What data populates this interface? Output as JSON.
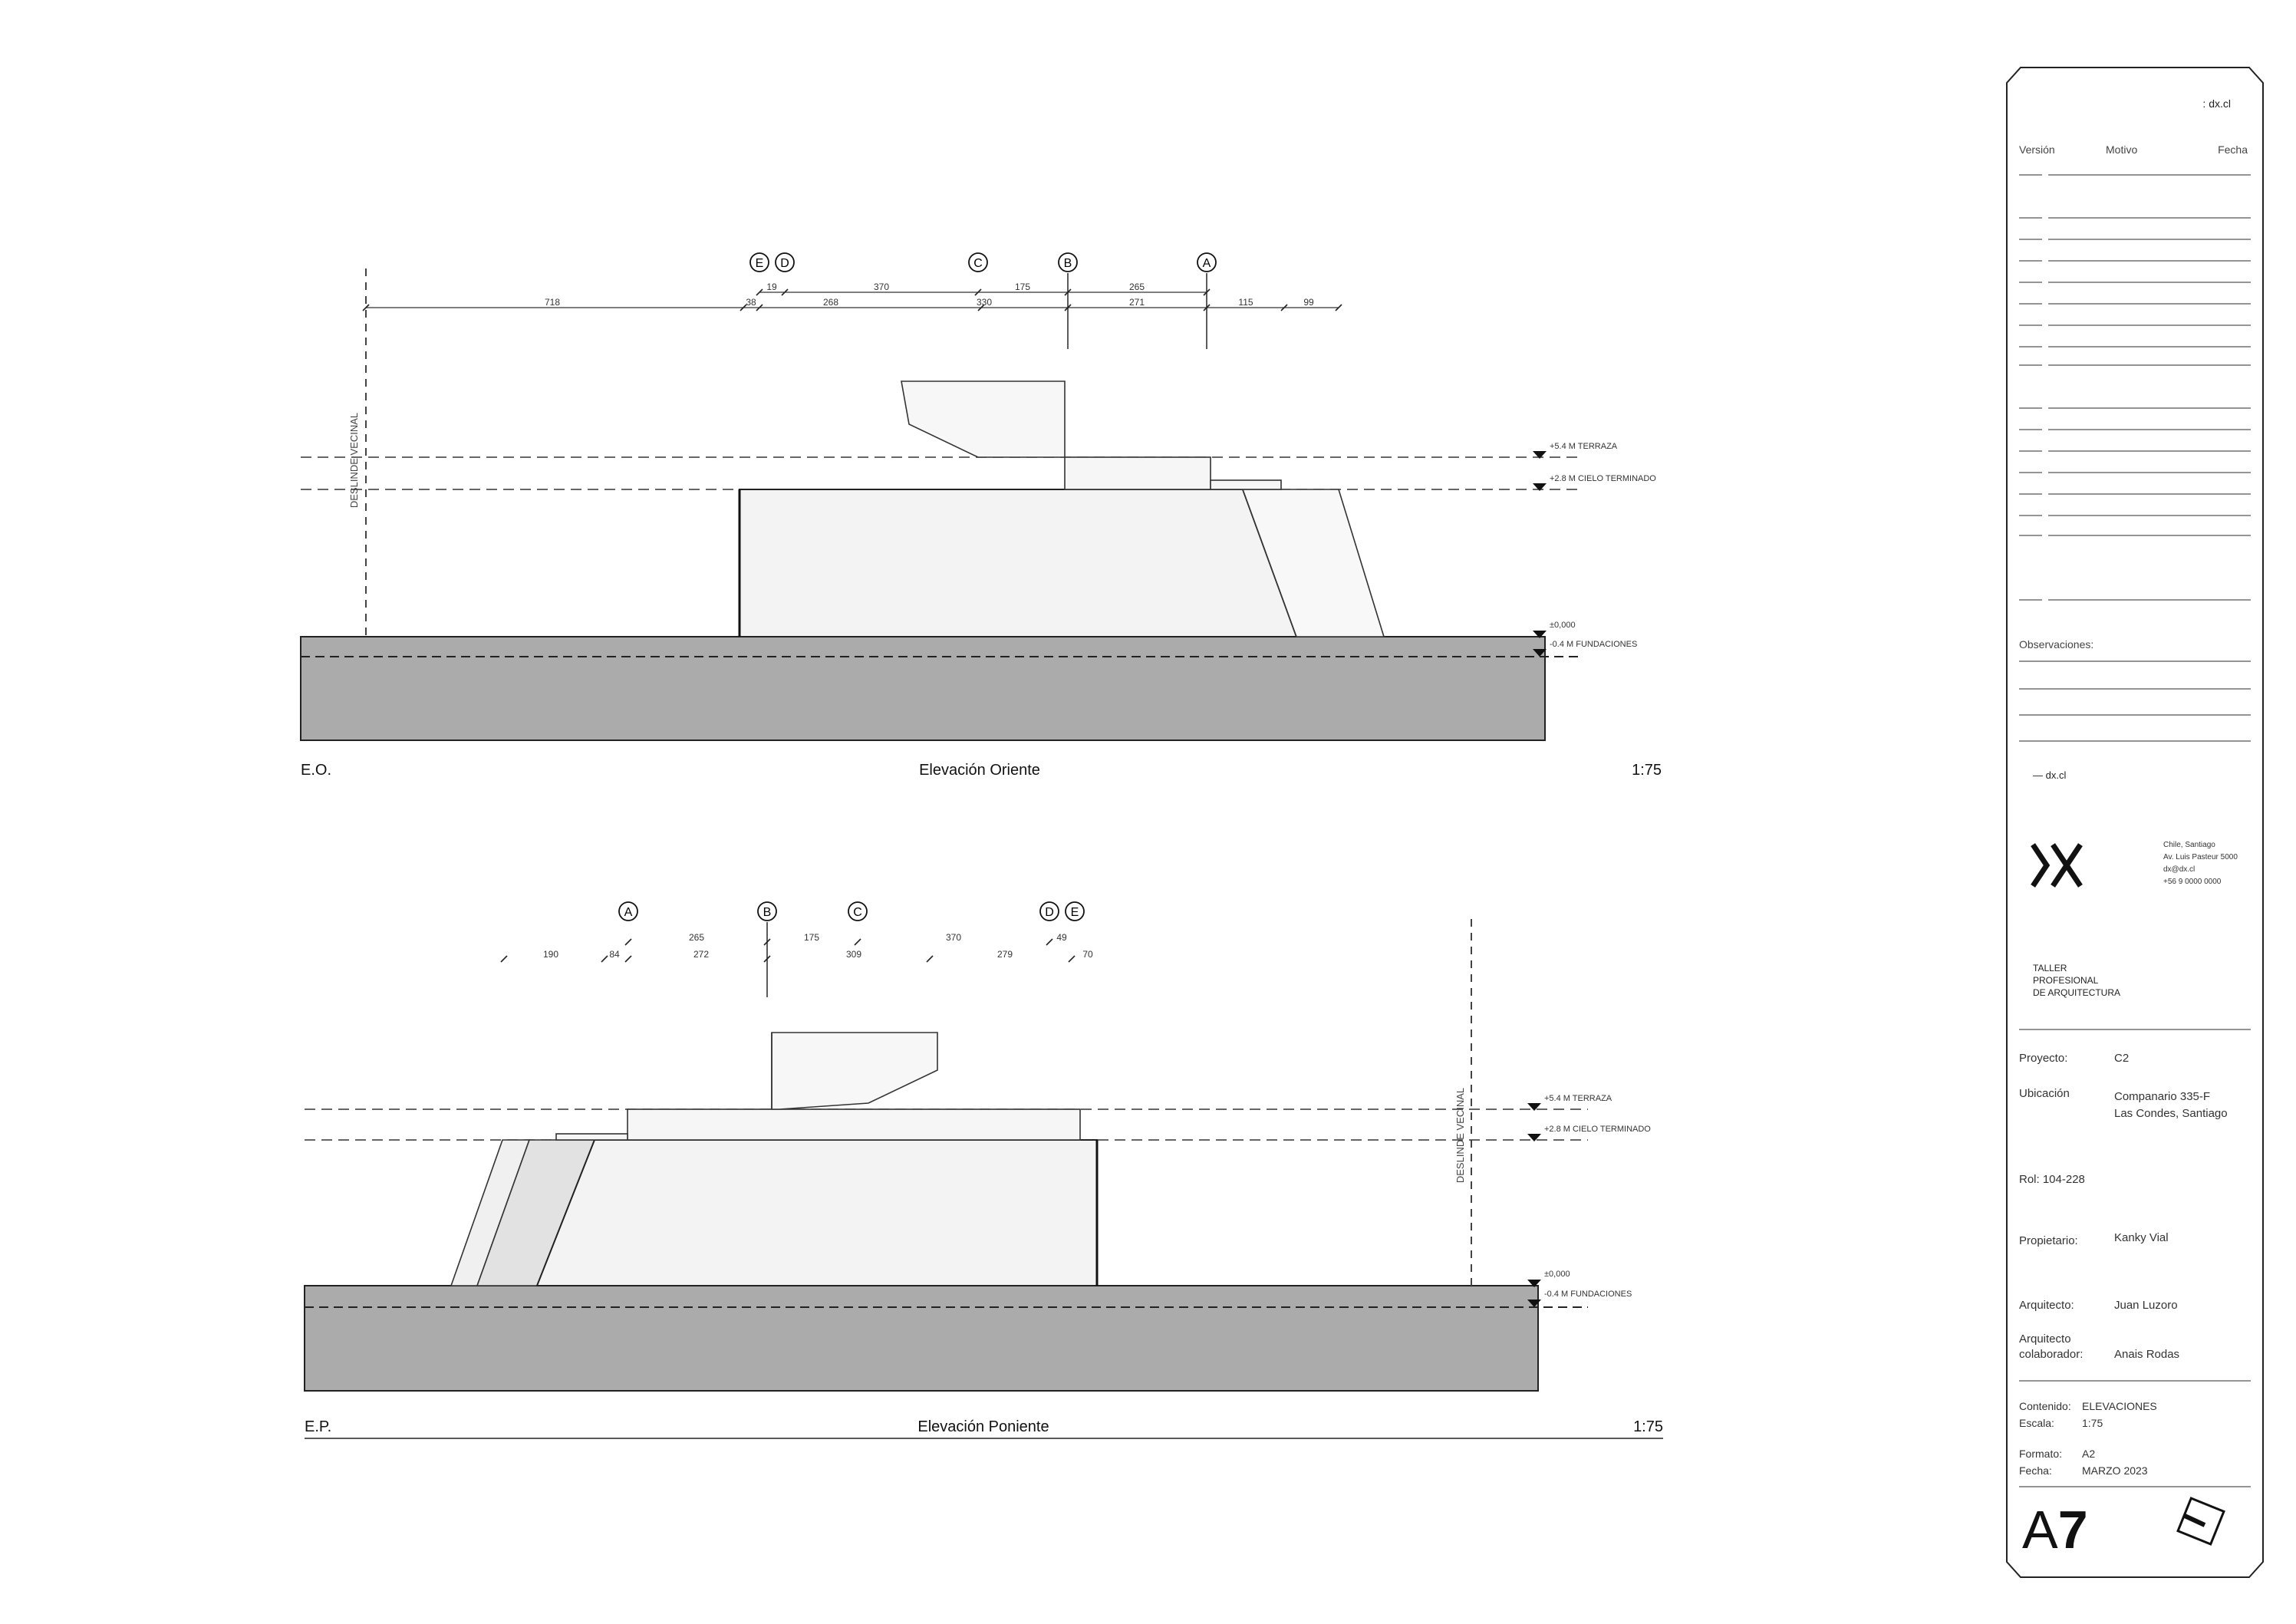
{
  "brand": {
    "site_top": ": dx.cl",
    "site_mid": "— dx.cl",
    "office_lines": [
      "Chile, Santiago",
      "Av. Luis Pasteur 5000",
      "dx@dx.cl",
      "+56 9 0000 0000"
    ],
    "taller_lines": [
      "TALLER",
      "PROFESIONAL",
      "DE ARQUITECTURA"
    ]
  },
  "revisions": {
    "h_version": "Versión",
    "h_motivo": "Motivo",
    "h_fecha": "Fecha"
  },
  "observaciones_label": "Observaciones:",
  "project": {
    "proyecto_label": "Proyecto:",
    "proyecto_value": "C2",
    "ubicacion_label": "Ubicación",
    "ubicacion_1": "Companario 335-F",
    "ubicacion_2": "Las Condes, Santiago",
    "rol": "Rol: 104-228",
    "propietario_label": "Propietario:",
    "propietario_value": "Kanky Vial",
    "arquitecto_label": "Arquitecto:",
    "arquitecto_value": "Juan Luzoro",
    "colab_label_1": "Arquitecto",
    "colab_label_2": "colaborador:",
    "colab_value": "Anais Rodas",
    "contenido_label": "Contenido:",
    "contenido_value": "ELEVACIONES",
    "escala_label": "Escala:",
    "escala_value": "1:75",
    "formato_label": "Formato:",
    "formato_value": "A2",
    "fecha_label": "Fecha:",
    "fecha_value": "MARZO 2023"
  },
  "sheet": {
    "prefix": "A",
    "number": "7"
  },
  "elev_oriente": {
    "code": "E.O.",
    "title": "Elevación Oriente",
    "scale": "1:75",
    "grid": [
      "E",
      "D",
      "C",
      "B",
      "A"
    ],
    "dims_top": [
      "19",
      "370",
      "175",
      "265"
    ],
    "dims_bottom": [
      "718",
      "38",
      "268",
      "330",
      "271",
      "115",
      "99"
    ],
    "level_terraza": "+5.4 M TERRAZA",
    "level_cielo": "+2.8 M CIELO TERMINADO",
    "level_suelo": "±0,000",
    "level_fund": "-0.4 M FUNDACIONES",
    "neighbor": "DESLINDE VECINAL"
  },
  "elev_poniente": {
    "code": "E.P.",
    "title": "Elevación Poniente",
    "scale": "1:75",
    "grid": [
      "A",
      "B",
      "C",
      "D",
      "E"
    ],
    "dims_top": [
      "265",
      "175",
      "370",
      "49"
    ],
    "dims_bottom": [
      "190",
      "84",
      "272",
      "309",
      "279",
      "70"
    ],
    "level_terraza": "+5.4 M TERRAZA",
    "level_cielo": "+2.8 M CIELO TERMINADO",
    "level_suelo": "±0,000",
    "level_fund": "-0.4 M FUNDACIONES",
    "neighbor": "DESLINDE VECINAL"
  }
}
